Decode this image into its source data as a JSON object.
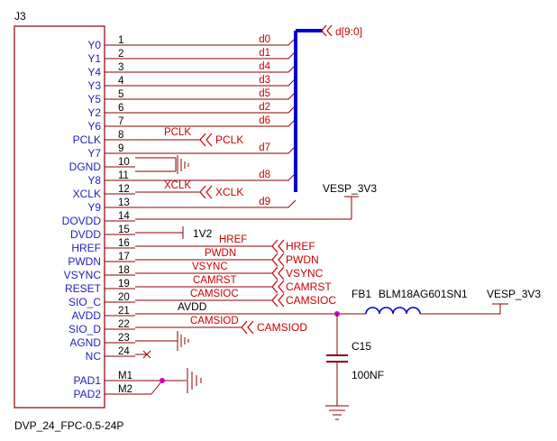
{
  "connector": {
    "ref": "J3",
    "footprint": "DVP_24_FPC-0.5-24P",
    "pins": [
      {
        "num": "1",
        "name": "Y0"
      },
      {
        "num": "2",
        "name": "Y1"
      },
      {
        "num": "3",
        "name": "Y4"
      },
      {
        "num": "4",
        "name": "Y3"
      },
      {
        "num": "5",
        "name": "Y5"
      },
      {
        "num": "6",
        "name": "Y2"
      },
      {
        "num": "7",
        "name": "Y6"
      },
      {
        "num": "8",
        "name": "PCLK"
      },
      {
        "num": "9",
        "name": "Y7"
      },
      {
        "num": "10",
        "name": "DGND"
      },
      {
        "num": "11",
        "name": "Y8"
      },
      {
        "num": "12",
        "name": "XCLK"
      },
      {
        "num": "13",
        "name": "Y9"
      },
      {
        "num": "14",
        "name": "DOVDD"
      },
      {
        "num": "15",
        "name": "DVDD"
      },
      {
        "num": "16",
        "name": "HREF"
      },
      {
        "num": "17",
        "name": "PWDN"
      },
      {
        "num": "18",
        "name": "VSYNC"
      },
      {
        "num": "19",
        "name": "RESET"
      },
      {
        "num": "20",
        "name": "SIO_C"
      },
      {
        "num": "21",
        "name": "AVDD"
      },
      {
        "num": "22",
        "name": "SIO_D"
      },
      {
        "num": "23",
        "name": "AGND"
      },
      {
        "num": "24",
        "name": "NC"
      }
    ],
    "pads": [
      {
        "num": "M1",
        "name": "PAD1"
      },
      {
        "num": "M2",
        "name": "PAD2"
      }
    ]
  },
  "bus": {
    "label": "d[9:0]",
    "nets": [
      "d0",
      "d1",
      "d4",
      "d3",
      "d5",
      "d2",
      "d6",
      "d7",
      "d8",
      "d9"
    ]
  },
  "net_labels": {
    "pclk": "PCLK",
    "xclk": "XCLK",
    "v1v2": "1V2",
    "href": "HREF",
    "pwdn": "PWDN",
    "vsync": "VSYNC",
    "camrst": "CAMRST",
    "camsioc": "CAMSIOC",
    "avdd": "AVDD",
    "camsiod": "CAMSIOD",
    "vesp_top": "VESP_3V3",
    "vesp_right": "VESP_3V3"
  },
  "ports": {
    "pclk": "PCLK",
    "xclk": "XCLK",
    "href": "HREF",
    "pwdn": "PWDN",
    "vsync": "VSYNC",
    "camrst": "CAMRST",
    "camsioc": "CAMSIOC",
    "camsiod": "CAMSIOD"
  },
  "components": {
    "ferrite": {
      "ref": "FB1",
      "value": "BLM18AG601SN1"
    },
    "capacitor": {
      "ref": "C15",
      "value": "100NF"
    }
  },
  "colors": {
    "wire": "#8b0000",
    "bus": "#0000cc",
    "junction": "#cc00cc",
    "net_label": "#c80000",
    "pin_text": "#1f1fb8"
  }
}
